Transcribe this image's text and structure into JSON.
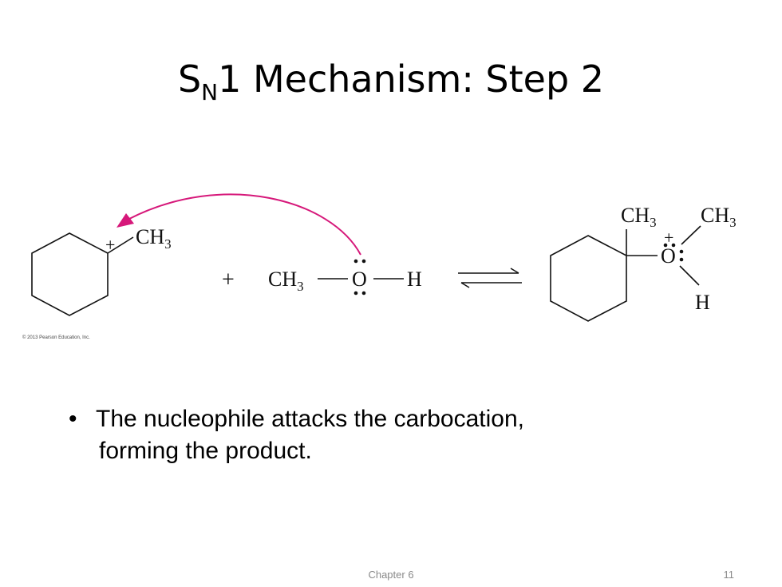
{
  "slide": {
    "title_main": "S",
    "title_sub": "N",
    "title_rest": "1 Mechanism: Step 2",
    "bullet_symbol": "•",
    "bullet_line1": "The nucleophile attacks the carbocation,",
    "bullet_line2": "forming the product.",
    "footer_chapter": "Chapter 6",
    "page_number": "11"
  },
  "scheme": {
    "copyright": "© 2013 Pearson Education, Inc.",
    "reactant_charge": "+",
    "reactant_methyl": "CH",
    "reactant_methyl_sub": "3",
    "plus_sign": "+",
    "methanol_ch": "CH",
    "methanol_sub": "3",
    "methanol_bond1": "—",
    "methanol_o": "O",
    "methanol_bond2": "—",
    "methanol_h": "H",
    "product_ch3_ring": "CH",
    "product_ch3_ring_sub": "3",
    "product_ch3_o": "CH",
    "product_ch3_o_sub": "3",
    "product_charge": "+",
    "product_o": "O",
    "product_lonepair": ":",
    "product_h": "H",
    "arrow_color": "#d6187a",
    "ink_color": "#111111"
  }
}
